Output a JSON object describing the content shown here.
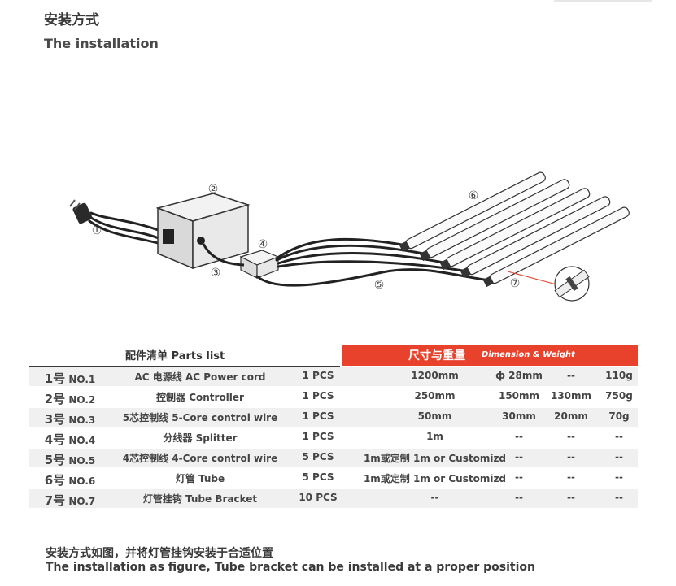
{
  "heading": {
    "cn": "安装方式",
    "en": "The installation"
  },
  "diagram": {
    "labels": [
      "①",
      "②",
      "③",
      "④",
      "⑤",
      "⑥",
      "⑦"
    ]
  },
  "table": {
    "parts_header": "配件清单  Parts list",
    "dim_header_cn": "尺寸与重量",
    "dim_header_en": "Dimension & Weight",
    "rows": [
      {
        "no_cn": "1号",
        "no_en": "NO.1",
        "name": "AC 电源线 AC Power cord",
        "qty": "1 PCS",
        "size": "1200mm",
        "d1": "ф 28mm",
        "d2": "--",
        "d3": "110g"
      },
      {
        "no_cn": "2号",
        "no_en": "NO.2",
        "name": "控制器  Controller",
        "qty": "1 PCS",
        "size": "250mm",
        "d1": "150mm",
        "d2": "130mm",
        "d3": "750g"
      },
      {
        "no_cn": "3号",
        "no_en": "NO.3",
        "name": "5芯控制线  5-Core control wire",
        "qty": "1 PCS",
        "size": "50mm",
        "d1": "30mm",
        "d2": "20mm",
        "d3": "70g"
      },
      {
        "no_cn": "4号",
        "no_en": "NO.4",
        "name": "分线器 Splitter",
        "qty": "1 PCS",
        "size": "1m",
        "d1": "--",
        "d2": "--",
        "d3": "--"
      },
      {
        "no_cn": "5号",
        "no_en": "NO.5",
        "name": "4芯控制线  4-Core control wire",
        "qty": "5 PCS",
        "size": "1m或定制 1m or Customizd",
        "d1": "--",
        "d2": "--",
        "d3": "--"
      },
      {
        "no_cn": "6号",
        "no_en": "NO.6",
        "name": "灯管  Tube",
        "qty": "5 PCS",
        "size": "1m或定制 1m or Customizd",
        "d1": "--",
        "d2": "--",
        "d3": "--"
      },
      {
        "no_cn": "7号",
        "no_en": "NO.7",
        "name": "灯管挂钩 Tube Bracket",
        "qty": "10 PCS",
        "size": "--",
        "d1": "--",
        "d2": "--",
        "d3": "--"
      }
    ]
  },
  "note": {
    "cn": "安装方式如图，并将灯管挂钩安装于合适位置",
    "en": "The installation as figure, Tube bracket can be installed at a proper position"
  },
  "colors": {
    "accent": "#e8412c",
    "text": "#3a3a3a",
    "row_shade": "#f0f0f0"
  }
}
